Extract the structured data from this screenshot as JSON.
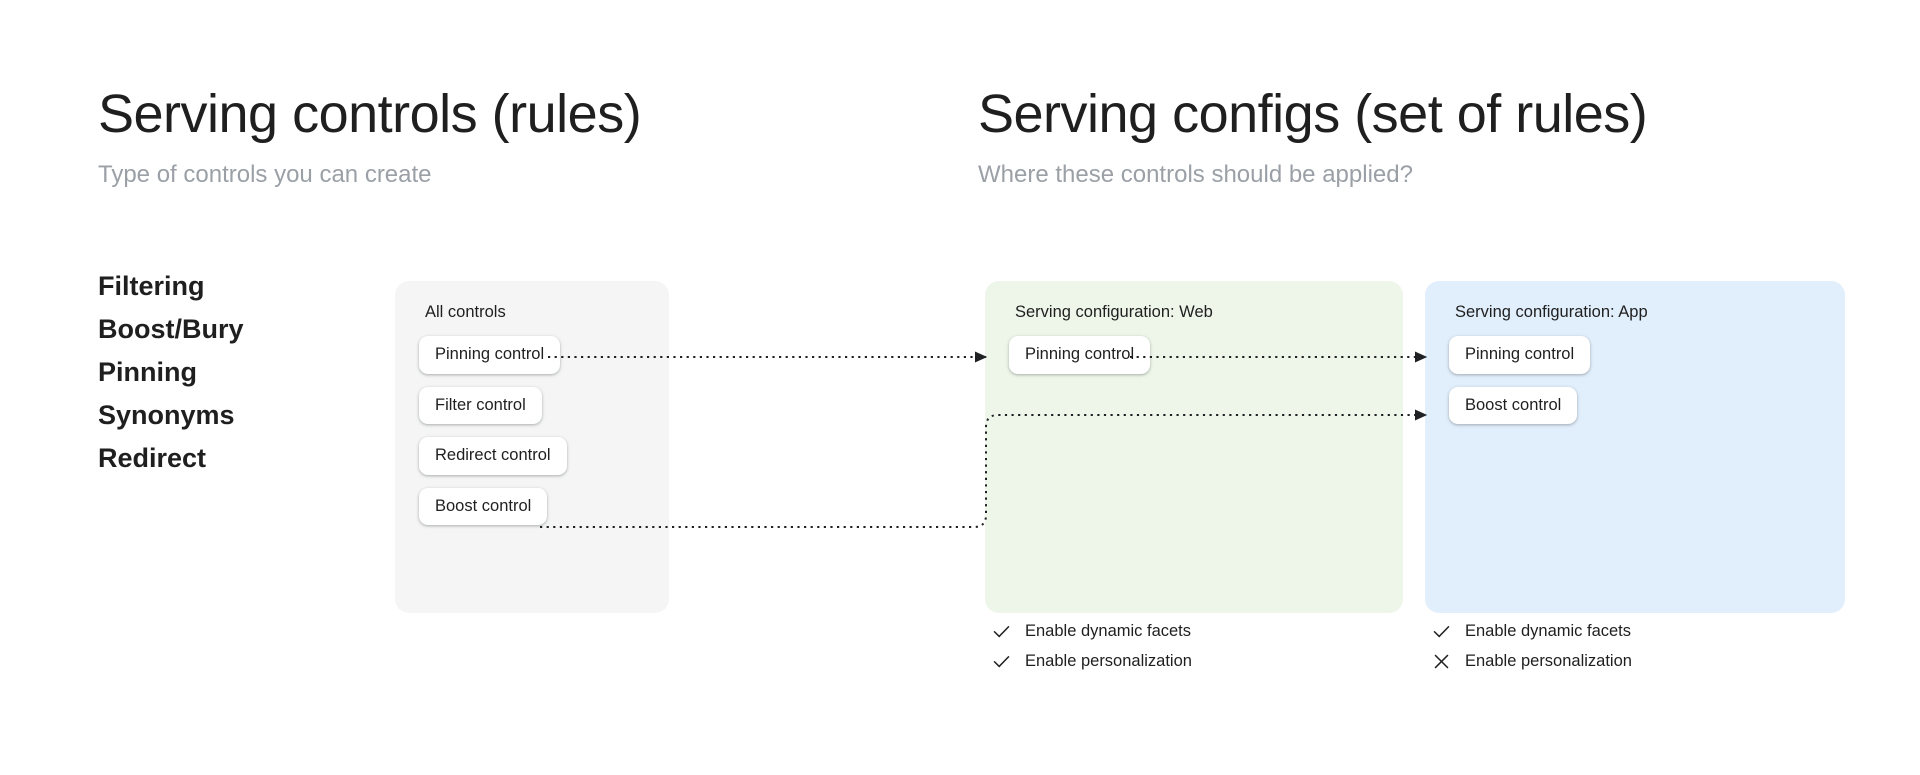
{
  "left_column": {
    "title": "Serving controls (rules)",
    "subtitle": "Type of controls you can create",
    "control_types": [
      "Filtering",
      "Boost/Bury",
      "Pinning",
      "Synonyms",
      "Redirect"
    ]
  },
  "right_column": {
    "title": "Serving configs (set of rules)",
    "subtitle": "Where these controls should be applied?"
  },
  "cards": {
    "all_controls": {
      "label": "All controls",
      "background": "#f5f5f5",
      "chips": [
        "Pinning control",
        "Filter control",
        "Redirect control",
        "Boost control"
      ]
    },
    "serving_config_web": {
      "label": "Serving configuration: Web",
      "background": "#eef6ea",
      "chips": [
        "Pinning control"
      ],
      "options": [
        {
          "icon": "check-icon",
          "label": "Enable dynamic facets"
        },
        {
          "icon": "check-icon",
          "label": "Enable personalization"
        }
      ]
    },
    "serving_config_app": {
      "label": "Serving configuration: App",
      "background": "#e1eefb",
      "chips": [
        "Pinning control",
        "Boost control"
      ],
      "options": [
        {
          "icon": "check-icon",
          "label": "Enable dynamic facets"
        },
        {
          "icon": "cross-icon",
          "label": "Enable personalization"
        }
      ]
    }
  },
  "connectors": [
    {
      "name": "pinning-all-to-web",
      "from": "All controls / Pinning control",
      "to": "Serving configuration: Web / Pinning control"
    },
    {
      "name": "boost-all-to-app",
      "from": "All controls / Boost control",
      "to": "Serving configuration: App / Boost control"
    },
    {
      "name": "pinning-web-to-app",
      "from": "Serving configuration: Web / Pinning control",
      "to": "Serving configuration: App / Pinning control"
    }
  ],
  "colors": {
    "text": "#1f1f1f",
    "muted": "#9aa0a6",
    "chip": "#ffffff",
    "connector": "#202124"
  }
}
